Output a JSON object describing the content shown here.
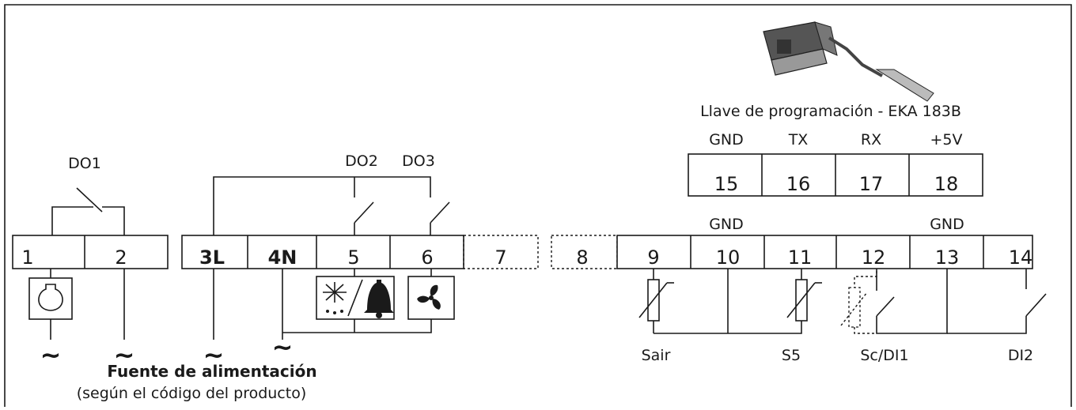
{
  "programming_key": {
    "caption": "Llave de programación - EKA 183B"
  },
  "comm_terminals": [
    {
      "label": "GND",
      "number": "15"
    },
    {
      "label": "TX",
      "number": "16"
    },
    {
      "label": "RX",
      "number": "17"
    },
    {
      "label": "+5V",
      "number": "18"
    }
  ],
  "relays": {
    "do1": "DO1",
    "do2": "DO2",
    "do3": "DO3"
  },
  "terminals": [
    "1",
    "2",
    "3L",
    "4N",
    "5",
    "6",
    "7",
    "8",
    "9",
    "10",
    "11",
    "12",
    "13",
    "14"
  ],
  "gnd_labels": [
    "GND",
    "GND"
  ],
  "sensors": {
    "sair": "Sair",
    "s5": "S5",
    "sc_di1": "Sc/DI1",
    "di2": "DI2"
  },
  "ac_symbol": "~",
  "power_supply": {
    "title": "Fuente de alimentación",
    "subtitle": "(según el código del producto)"
  },
  "icons": [
    "compressor-icon",
    "defrost-icon",
    "alarm-bell-icon",
    "fan-icon"
  ]
}
